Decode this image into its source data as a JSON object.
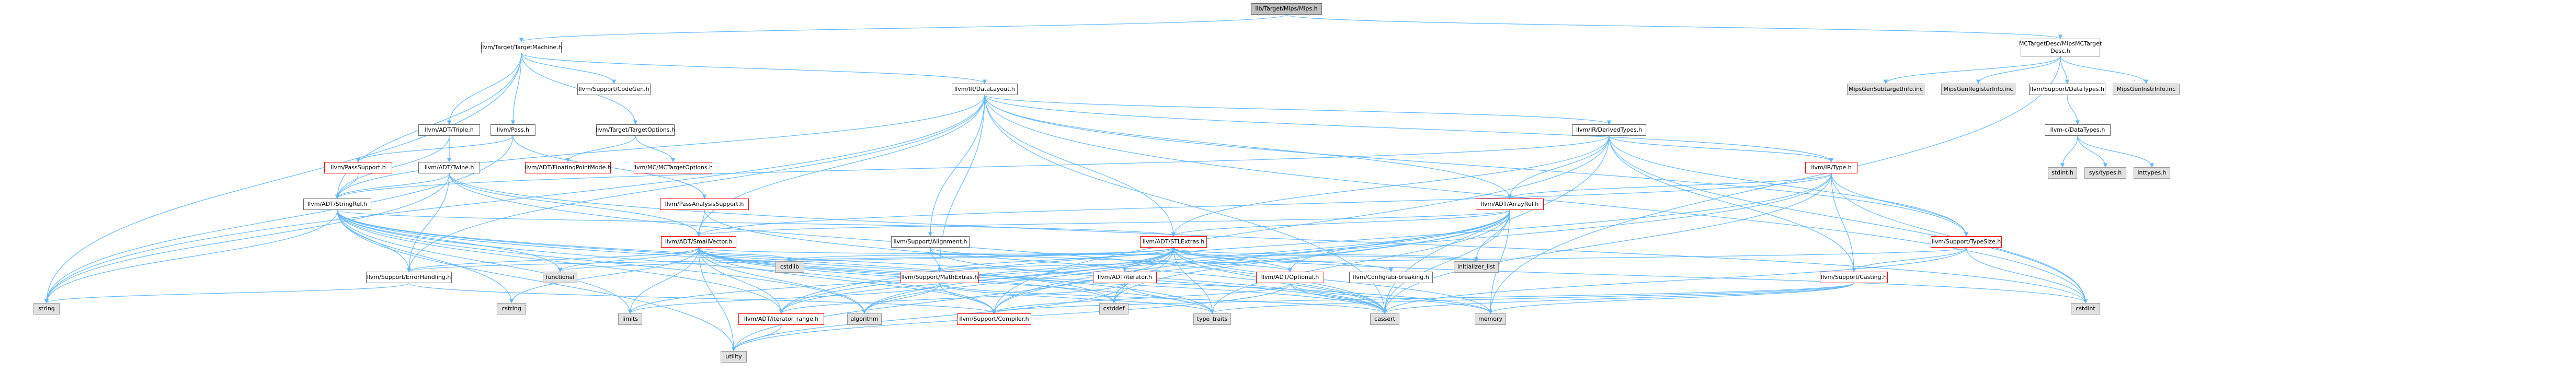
{
  "colors": {
    "edge": "#63b8ff",
    "node_border": "#666666",
    "truncated_border": "#ff0000",
    "external_fill": "#e0e0e0",
    "root_fill": "#bfbfbf"
  },
  "nodes": {
    "root": "lib/Target/Mips/Mips.h",
    "target_machine": "llvm/Target/TargetMachine.h",
    "mc_target_desc_l1": "MCTargetDesc/MipsMCTarget",
    "mc_target_desc_l2": "Desc.h",
    "codegen": "llvm/Support/CodeGen.h",
    "data_layout": "llvm/IR/DataLayout.h",
    "subtarget_info": "MipsGenSubtargetInfo.inc",
    "register_info": "MipsGenRegisterInfo.inc",
    "data_types_support": "llvm/Support/DataTypes.h",
    "instr_info": "MipsGenInstrInfo.inc",
    "triple": "llvm/ADT/Triple.h",
    "target_options": "llvm/Target/TargetOptions.h",
    "pass": "llvm/Pass.h",
    "derived_types": "llvm/IR/DerivedTypes.h",
    "llvm_c_data_types": "llvm-c/DataTypes.h",
    "twine": "llvm/ADT/Twine.h",
    "floating_point_mode": "llvm/ADT/FloatingPointMode.h",
    "mc_target_options": "llvm/MC/MCTargetOptions.h",
    "ir_type": "llvm/IR/Type.h",
    "stdint": "stdint.h",
    "sys_types": "sys/types.h",
    "inttypes": "inttypes.h",
    "pass_support": "llvm/PassSupport.h",
    "string_ref": "llvm/ADT/StringRef.h",
    "pass_analysis_support": "llvm/PassAnalysisSupport.h",
    "array_ref": "llvm/ADT/ArrayRef.h",
    "alignment": "llvm/Support/Alignment.h",
    "small_vector": "llvm/ADT/SmallVector.h",
    "stl_extras": "llvm/ADT/STLExtras.h",
    "type_size": "llvm/Support/TypeSize.h",
    "error_handling": "llvm/Support/ErrorHandling.h",
    "functional": "functional",
    "cstdlib": "cstdlib",
    "math_extras": "llvm/Support/MathExtras.h",
    "adt_iterator": "llvm/ADT/iterator.h",
    "optional": "llvm/ADT/Optional.h",
    "config_abi": "llvm/Config/abi-breaking.h",
    "initializer_list": "initializer_list",
    "casting": "llvm/Support/Casting.h",
    "string": "string",
    "cstring": "cstring",
    "limits": "limits",
    "iterator_range": "llvm/ADT/iterator_range.h",
    "algorithm": "algorithm",
    "compiler": "llvm/Support/Compiler.h",
    "cstddef": "cstddef",
    "type_traits": "type_traits",
    "cassert": "cassert",
    "memory": "memory",
    "cstdint": "cstdint",
    "utility": "utility"
  }
}
